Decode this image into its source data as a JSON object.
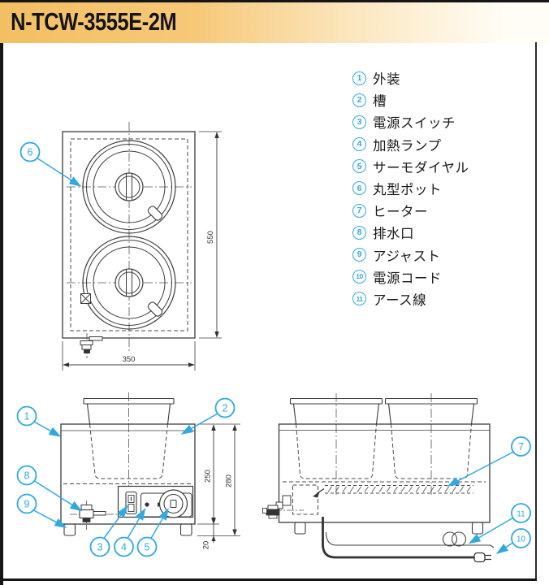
{
  "title": "N-TCW-3555E-2M",
  "colors": {
    "accent_cyan": "#2FA9E1",
    "banner_orange": "#F5C169",
    "line_dark": "#333333"
  },
  "legend": {
    "items": [
      {
        "num": "1",
        "label": "外装"
      },
      {
        "num": "2",
        "label": "槽"
      },
      {
        "num": "3",
        "label": "電源スイッチ"
      },
      {
        "num": "4",
        "label": "加熱ランプ"
      },
      {
        "num": "5",
        "label": "サーモダイヤル"
      },
      {
        "num": "6",
        "label": "丸型ポット"
      },
      {
        "num": "7",
        "label": "ヒーター"
      },
      {
        "num": "8",
        "label": "排水口"
      },
      {
        "num": "9",
        "label": "アジャスト"
      },
      {
        "num": "10",
        "label": "電源コード"
      },
      {
        "num": "11",
        "label": "アース線"
      }
    ]
  },
  "callouts": {
    "c1": "1",
    "c2": "2",
    "c3": "3",
    "c4": "4",
    "c5": "5",
    "c6": "6",
    "c7": "7",
    "c8": "8",
    "c9": "9",
    "c10": "10",
    "c11": "11"
  },
  "plan_view": {
    "dim_height": "550",
    "dim_width": "350"
  },
  "front_view": {
    "dim_body": "250",
    "dim_total": "280",
    "dim_foot": "20"
  }
}
